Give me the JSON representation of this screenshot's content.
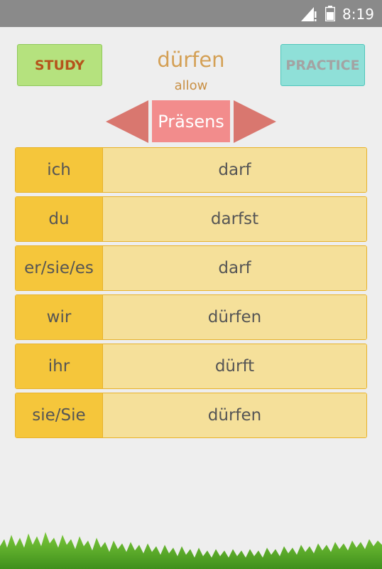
{
  "status_bar": {
    "time": "8:19",
    "icons": [
      "signal-icon",
      "battery-icon"
    ]
  },
  "header": {
    "study_label": "STUDY",
    "practice_label": "PRACTICE",
    "verb": "dürfen",
    "meaning": "allow"
  },
  "tense_selector": {
    "tense": "Präsens",
    "prev_icon": "arrow-left-icon",
    "next_icon": "arrow-right-icon"
  },
  "conjugation": [
    {
      "pronoun": "ich",
      "form": "darf"
    },
    {
      "pronoun": "du",
      "form": "darfst"
    },
    {
      "pronoun": "er/sie/es",
      "form": "darf"
    },
    {
      "pronoun": "wir",
      "form": "dürfen"
    },
    {
      "pronoun": "ihr",
      "form": "dürft"
    },
    {
      "pronoun": "sie/Sie",
      "form": "dürfen"
    }
  ],
  "colors": {
    "study_bg": "#b5e27e",
    "practice_bg": "#8fe0d8",
    "tense_bg": "#f28c8c",
    "arrow": "#d9776f",
    "pronoun_bg": "#f5c63b",
    "form_bg": "#f5e09a"
  }
}
